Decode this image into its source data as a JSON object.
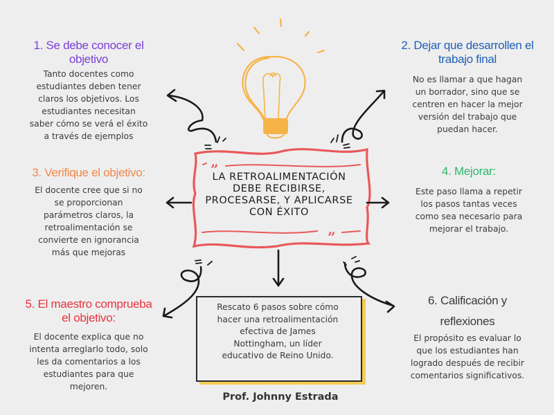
{
  "center": {
    "title": "LA RETROALIMENTACIÓN DEBE RECIBIRSE, PROCESARSE, Y APLICARSE CON ÉXITO",
    "title_lines": [
      "LA RETROALIMENTACIÓN",
      "DEBE RECIBIRSE,",
      "PROCESARSE, Y APLICARSE",
      "CON ÉXITO"
    ],
    "frame_color": "#e8585a"
  },
  "steps": [
    {
      "title": "1. Se debe conocer el objetivo",
      "title_lines": [
        "1. Se debe conocer el",
        "objetivo"
      ],
      "color": "#7a3fd8",
      "body_lines": [
        "Tanto docentes como",
        "estudiantes deben tener",
        "claros los objetivos. Los",
        "estudiantes necesitan",
        "saber cómo se verá el éxito",
        "a través de ejemplos"
      ]
    },
    {
      "title": "2. Dejar que desarrollen el trabajo final",
      "title_lines": [
        "2. Dejar que desarrollen el",
        "trabajo final"
      ],
      "color": "#1f5fb8",
      "body_lines": [
        "No es llamar a que hagan",
        "un borrador, sino que se",
        "centren en hacer la mejor",
        "versión del trabajo que",
        "puedan hacer."
      ]
    },
    {
      "title": "3. Verifique el objetivo:",
      "title_lines": [
        "3. Verifique el objetivo:"
      ],
      "color": "#f0884a",
      "body_lines": [
        "El docente cree que si no",
        "se proporcionan",
        "parámetros claros, la",
        "retroalimentación se",
        "convierte en ignorancia",
        "más que mejoras"
      ]
    },
    {
      "title": "4. Mejorar:",
      "title_lines": [
        "4. Mejorar:"
      ],
      "color": "#2fb86a",
      "body_lines": [
        "Este paso llama a repetir",
        "los pasos tantas veces",
        "como sea necesario para",
        "mejorar el trabajo."
      ]
    },
    {
      "title": "5. El maestro comprueba el objetivo:",
      "title_lines": [
        "5. El maestro comprueba",
        "el objetivo:"
      ],
      "color": "#e8333e",
      "body_lines": [
        "El docente explica que no",
        "intenta arreglarlo todo, solo",
        "les da comentarios a los",
        "estudiantes para que",
        "mejoren."
      ]
    },
    {
      "title": "6. Calificación y reflexiones",
      "title_lines": [
        "6. Calificación y",
        "reflexiones"
      ],
      "color": "#3a3a3a",
      "body_lines": [
        "El propósito es evaluar lo",
        "que los estudiantes han",
        "logrado después de recibir",
        "comentarios significativos."
      ]
    }
  ],
  "note": {
    "lines": [
      "Rescato 6 pasos sobre cómo",
      "hacer una retroalimentación",
      "efectiva de James",
      "Nottingham, un líder",
      "educativo de Reino Unido."
    ],
    "shadow_color": "#f4cc52"
  },
  "author": "Prof. Johnny Estrada",
  "icons": {
    "lightbulb": "lightbulb-icon",
    "bulb_color": "#f6b347"
  }
}
